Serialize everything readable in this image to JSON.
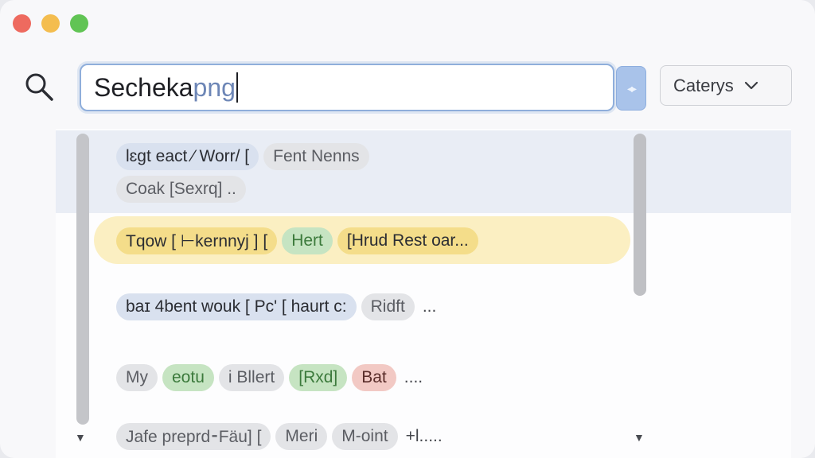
{
  "search": {
    "typed": "Secheka",
    "hint": "png"
  },
  "category": {
    "label": "Caterys"
  },
  "results": [
    {
      "chips": [
        {
          "text": "lɛgt eact ⁄ Worr/ [",
          "tone": "blue"
        },
        {
          "text": "Fent Nenns",
          "tone": "gray"
        }
      ]
    },
    {
      "chips": [
        {
          "text": "Coak [Sexrq] ..",
          "tone": "gray"
        }
      ]
    },
    {
      "chips": [
        {
          "text": "Tqow [ ⊢kernnyj ] [",
          "tone": "yellow"
        },
        {
          "text": "Hert",
          "tone": "green"
        },
        {
          "text": "[Hrud Rest oar...",
          "tone": "yellow"
        }
      ]
    },
    {
      "chips": [
        {
          "text": "baɪ 4bent wouk [ Pc' [ haurt c:",
          "tone": "blue"
        },
        {
          "text": "Ridft",
          "tone": "gray"
        }
      ],
      "ellipsis": "..."
    },
    {
      "chips": [
        {
          "text": "My",
          "tone": "gray"
        },
        {
          "text": "eotu",
          "tone": "green"
        },
        {
          "text": "i Bllert",
          "tone": "gray"
        },
        {
          "text": "[Rxd]",
          "tone": "green"
        },
        {
          "text": "Bat",
          "tone": "red"
        }
      ],
      "ellipsis": "...."
    },
    {
      "chips": [
        {
          "text": "Jafe preprd⁃Fäu] [",
          "tone": "gray"
        },
        {
          "text": "Meri",
          "tone": "gray"
        },
        {
          "text": "M-oint",
          "tone": "gray"
        }
      ],
      "ellipsis": "+l....."
    }
  ],
  "colors": {
    "accent": "#8faedb",
    "selected_row": "#e9edf5",
    "highlight_row": "#fbefc2"
  }
}
